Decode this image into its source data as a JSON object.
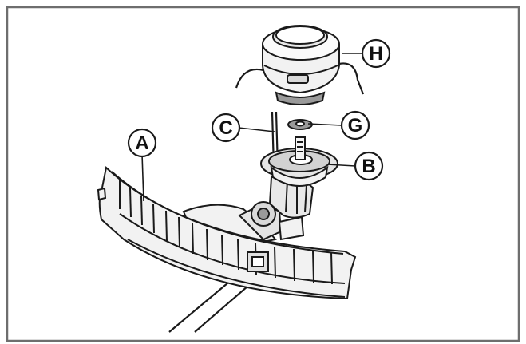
{
  "labels": {
    "A": "A",
    "B": "B",
    "C": "C",
    "G": "G",
    "H": "H"
  },
  "colors": {
    "line": "#1a1a1a",
    "frame": "#6e6e6e",
    "fill_light": "#f2f2f2",
    "fill_mid": "#d9d9d9",
    "fill_dark": "#9a9a9a",
    "background": "#ffffff"
  }
}
